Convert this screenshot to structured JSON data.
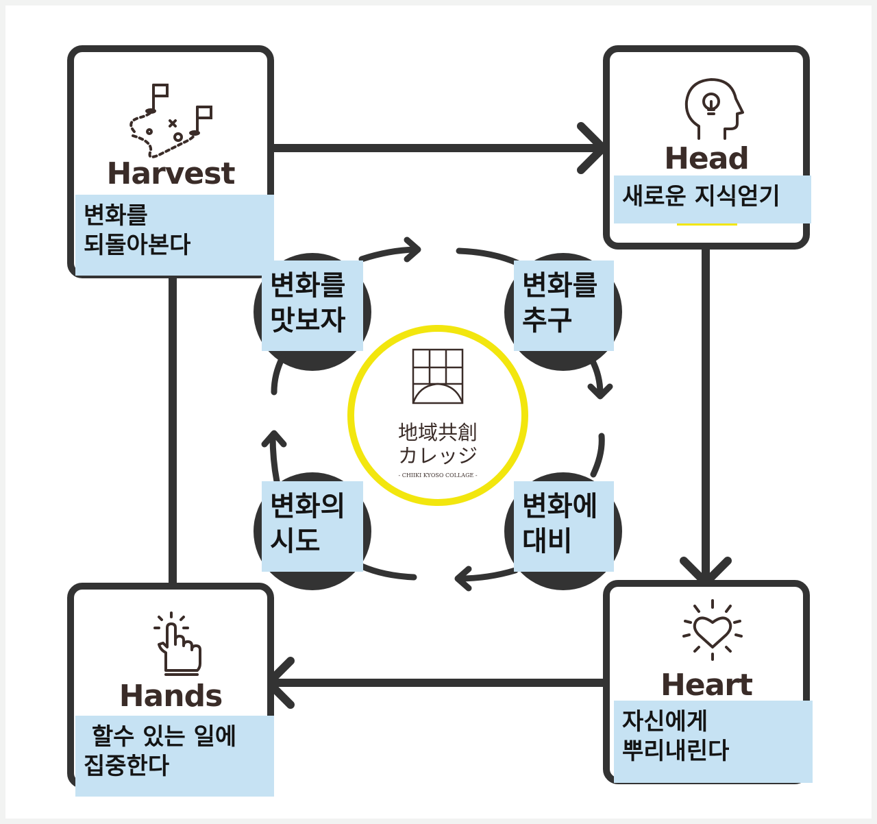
{
  "boxes": {
    "harvest": {
      "title": "Harvest",
      "label_lines": [
        "변화를",
        "되돌아본다"
      ]
    },
    "head": {
      "title": "Head",
      "label_lines": [
        "새로운 지식얻기"
      ]
    },
    "heart": {
      "title": "Heart",
      "label_lines": [
        "자신에게",
        "뿌리내린다"
      ]
    },
    "hands": {
      "title": "Hands",
      "label_lines": [
        " 할수 있는 일에",
        "집중한다"
      ]
    }
  },
  "cycle": {
    "top_left": [
      "변화를",
      "맛보자"
    ],
    "top_right": [
      "변화를",
      "추구"
    ],
    "bottom_left": [
      "변화의",
      "시도"
    ],
    "bottom_right": [
      "변화에",
      "대비"
    ]
  },
  "logo": {
    "line1": "地域共創",
    "line2": "カレッジ",
    "tagline": "- CHIIKI KYOSO COLLAGE -"
  },
  "colors": {
    "frame": "#333333",
    "label_bg": "#c6e2f3",
    "ring": "#f2e60e",
    "title_text": "#3a2c28"
  }
}
